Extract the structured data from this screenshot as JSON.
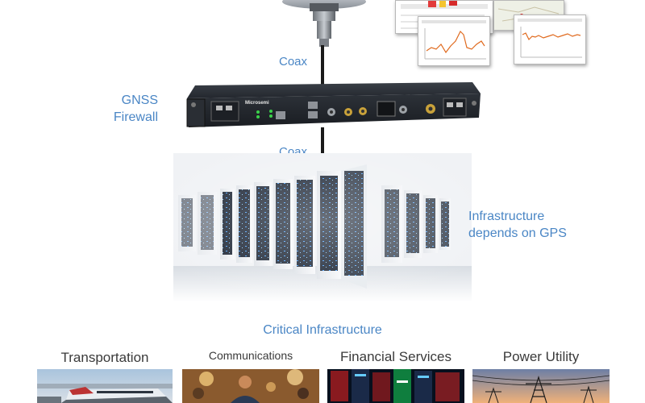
{
  "labels": {
    "coax_top": "Coax",
    "coax_bottom": "Coax",
    "gnss_line1": "GNSS",
    "gnss_line2": "Firewall",
    "infra_line1": "Infrastructure",
    "infra_line2": "depends on GPS",
    "critical": "Critical Infrastructure"
  },
  "device": {
    "brand": "Microsemi"
  },
  "sectors": [
    {
      "label": "Transportation"
    },
    {
      "label": "Communications"
    },
    {
      "label": "Financial Services"
    },
    {
      "label": "Power Utility"
    }
  ],
  "colors": {
    "accent_blue": "#4a86c5",
    "text_dark": "#3a3a3a",
    "device_body": "#23272e",
    "led_green": "#3ad14a",
    "connector_gold": "#c9a23a"
  }
}
